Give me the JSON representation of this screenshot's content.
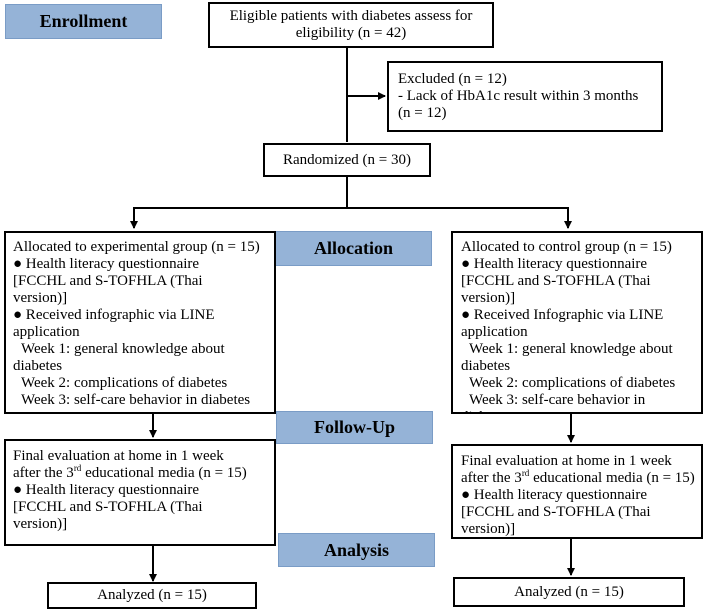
{
  "stages": {
    "enrollment": "Enrollment",
    "allocation": "Allocation",
    "follow_up": "Follow-Up",
    "analysis": "Analysis"
  },
  "eligible": {
    "line1": "Eligible patients with diabetes assess for",
    "line2": "eligibility (n = 42)"
  },
  "excluded": {
    "line1": "Excluded (n = 12)",
    "line2": "- Lack of HbA1c result within 3 months",
    "line3": "(n = 12)"
  },
  "randomized": "Randomized (n = 30)",
  "experimental": {
    "lines": [
      "Allocated to experimental group (n = 15)",
      "● Health literacy questionnaire",
      "[FCCHL and S-TOFHLA (Thai",
      "version)]",
      "● Received infographic via LINE",
      "application",
      "  Week 1: general knowledge about",
      "diabetes",
      "  Week 2: complications of diabetes",
      "  Week 3: self-care behavior in diabetes"
    ]
  },
  "control": {
    "lines": [
      "Allocated to control group (n = 15)",
      "● Health literacy questionnaire",
      "[FCCHL and S-TOFHLA (Thai",
      "version)]",
      "● Received Infographic via LINE",
      "application",
      "  Week 1: general knowledge about",
      "diabetes",
      "  Week 2: complications of diabetes",
      "  Week 3: self-care behavior in",
      "diabetes"
    ]
  },
  "final_eval": {
    "line1": "Final evaluation at home in 1 week",
    "line2_pre": "after the 3",
    "line2_sup": "rd",
    "line2_post": " educational media (n = 15)",
    "line3": "● Health literacy questionnaire",
    "line4": "[FCCHL and S-TOFHLA (Thai",
    "line5": "version)]"
  },
  "analyzed_left": "Analyzed (n = 15)",
  "analyzed_right": "Analyzed (n = 15)"
}
